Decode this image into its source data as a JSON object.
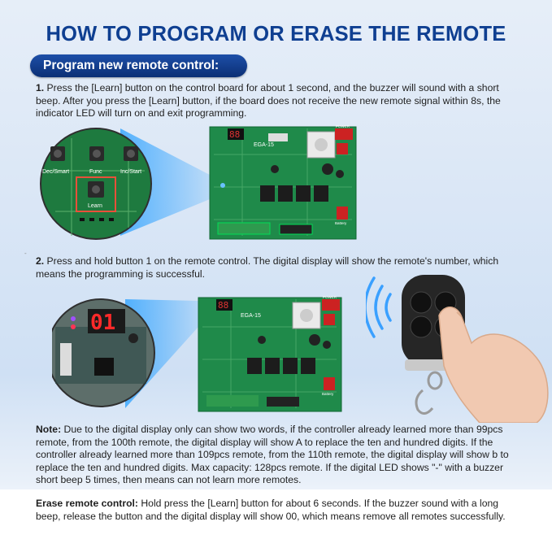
{
  "header": {
    "title": "HOW TO PROGRAM OR ERASE THE REMOTE"
  },
  "section": {
    "label": "Program new remote control:"
  },
  "step1": {
    "num": "1.",
    "text": " Press the [Learn] button on the control board for about 1 second, and the buzzer will sound with a short beep.  After you press the [Learn] button, if the board does not receive the new remote signal within 8s, the indicator LED will turn on and exit programming."
  },
  "step2": {
    "num": "2.",
    "text": " Press and hold button 1 on the remote control. The digital display will show the remote's number, which means the programming is successful."
  },
  "note": {
    "label": "Note:",
    "text": " Due to the digital display only can show two words, if the controller already learned more than 99pcs remote, from the 100th remote, the digital display will show A to replace the ten and hundred digits. If the controller already learned more than 109pcs remote, from the 110th remote, the digital display will show b to replace the ten and hundred digits. Max capacity: 128pcs remote. If the digital LED shows \"-\" with a buzzer short beep 5 times, then means can not learn more remotes."
  },
  "erase": {
    "label": "Erase remote control:",
    "text": " Hold press the [Learn] button for about 6 seconds. If the buzzer sound with a long beep, release the button and the digital display will show 00, which means remove all remotes successfully."
  },
  "figure1": {
    "buttons": [
      "Dec/Smart",
      "Func",
      "Inc/Start"
    ],
    "learn_label": "Learn",
    "board_model": "EGA-15",
    "power_label": "POWER",
    "battery_label": "Battery"
  },
  "figure2": {
    "display_digits": "01",
    "board_model": "EGA-15",
    "power_label": "POWER",
    "battery_label": "Battery"
  },
  "tiny_mark": "-",
  "colors": {
    "title": "#0f3f91",
    "pill": "#0b2f75",
    "pcb": "#1f8a4a"
  }
}
